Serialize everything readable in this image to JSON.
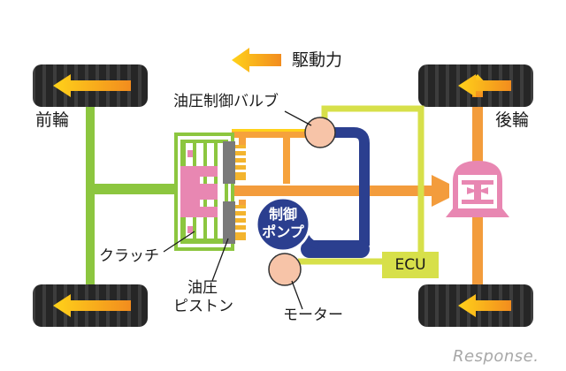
{
  "legend": {
    "label": "駆動力"
  },
  "labels": {
    "front_wheels": "前輪",
    "rear_wheels": "後輪",
    "valve": "油圧制御バルブ",
    "clutch": "クラッチ",
    "piston_line1": "油圧",
    "piston_line2": "ピストン",
    "motor": "モーター",
    "pump_line1": "制御",
    "pump_line2": "ポンプ",
    "ecu": "ECU"
  },
  "watermark": "Response.",
  "colors": {
    "green_shaft": "#8cc63f",
    "orange_shaft": "#f39c3c",
    "yellow_green_line": "#d7e04a",
    "hydraulic_navy": "#2b3f8f",
    "clutch_pink": "#e887b2",
    "component_peach": "#f7c4a8",
    "arrow_yellow": "#ffd21a",
    "arrow_orange": "#f28c1e",
    "tire_black": "#262626"
  }
}
